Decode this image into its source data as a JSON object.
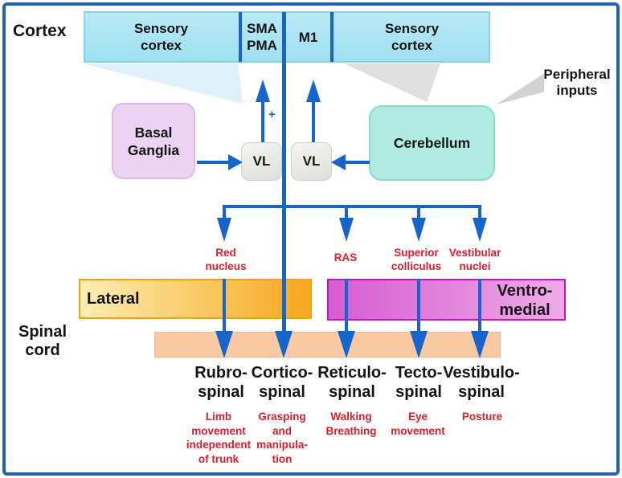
{
  "labels": {
    "cortex": "Cortex",
    "spinal_cord": "Spinal\ncord",
    "peripheral_inputs": "Peripheral\ninputs",
    "plus_sign": "+"
  },
  "cortex_segments": [
    {
      "label": "Sensory\ncortex"
    },
    {
      "label": "SMA\nPMA"
    },
    {
      "label": "M1"
    },
    {
      "label": "Sensory\ncortex"
    }
  ],
  "subcortical": {
    "basal_ganglia": "Basal\nGanglia",
    "cerebellum": "Cerebellum",
    "vl_left": "VL",
    "vl_right": "VL"
  },
  "brainstem_nuclei": [
    {
      "label": "Red\nnucleus"
    },
    {
      "label": "RAS"
    },
    {
      "label": "Superior\ncolliculus"
    },
    {
      "label": "Vestibular\nnuclei"
    }
  ],
  "system_bars": {
    "lateral": "Lateral",
    "ventromedial": "Ventro-\nmedial"
  },
  "tracts": [
    {
      "name": "Rubro-\nspinal",
      "function": "Limb\nmovement\nindependent\nof trunk"
    },
    {
      "name": "Cortico-\nspinal",
      "function": "Grasping\nand\nmanipula-\ntion"
    },
    {
      "name": "Reticulo-\nspinal",
      "function": "Walking\nBreathing"
    },
    {
      "name": "Tecto-\nspinal",
      "function": "Eye\nmovement"
    },
    {
      "name": "Vestibulo-\nspinal",
      "function": "Posture"
    }
  ],
  "colors": {
    "arrow_blue": "#1565cd",
    "red_text": "#d9202e",
    "cortex_fill": "#abe5f2",
    "basal_ganglia_fill": "#ebd4f1",
    "cerebellum_fill": "#b2ebe1",
    "vl_fill": "#e8e8e5",
    "lateral_gradient_start": "#fdeeb2",
    "lateral_gradient_end": "#f6a71e",
    "ventromedial_gradient_start": "#d55cd1",
    "ventromedial_gradient_end": "#efabe7",
    "spinal_bar_fill": "#f8c9a2",
    "frame_blue": "#2064ae"
  }
}
